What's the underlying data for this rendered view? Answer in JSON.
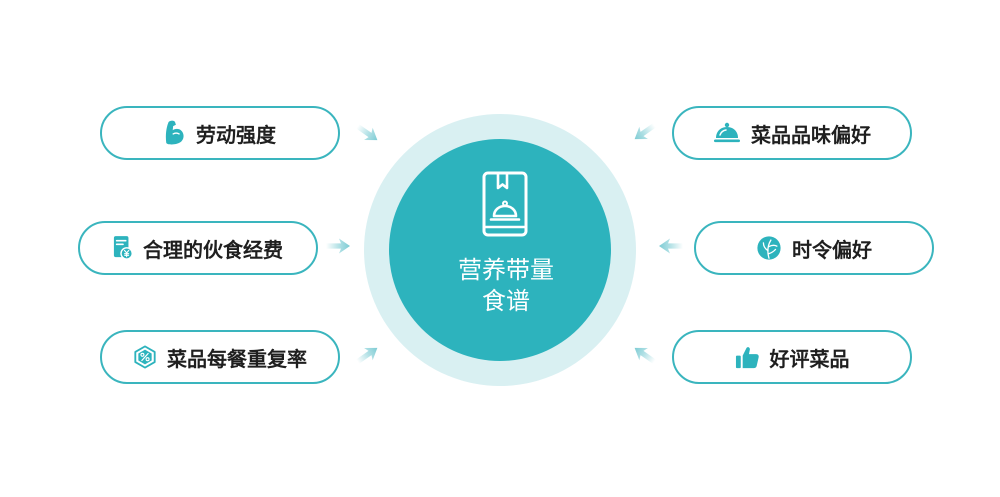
{
  "center": {
    "title_line1": "营养带量",
    "title_line2": "食谱",
    "icon": "recipe-book-icon"
  },
  "factors_left": [
    {
      "label": "劳动强度",
      "icon": "flexed-arm-icon"
    },
    {
      "label": "合理的伙食经费",
      "icon": "receipt-yuan-icon"
    },
    {
      "label": "菜品每餐重复率",
      "icon": "percent-hexagon-icon"
    }
  ],
  "factors_right": [
    {
      "label": "菜品品味偏好",
      "icon": "cloche-icon"
    },
    {
      "label": "时令偏好",
      "icon": "cabbage-icon"
    },
    {
      "label": "好评菜品",
      "icon": "thumbs-up-icon"
    }
  ],
  "colors": {
    "accent": "#2db3bd",
    "ring": "#d9f0f2",
    "pill_border": "#3ab5be",
    "arrow": "#8fd3da",
    "text": "#1f1f1f",
    "background": "#ffffff"
  }
}
